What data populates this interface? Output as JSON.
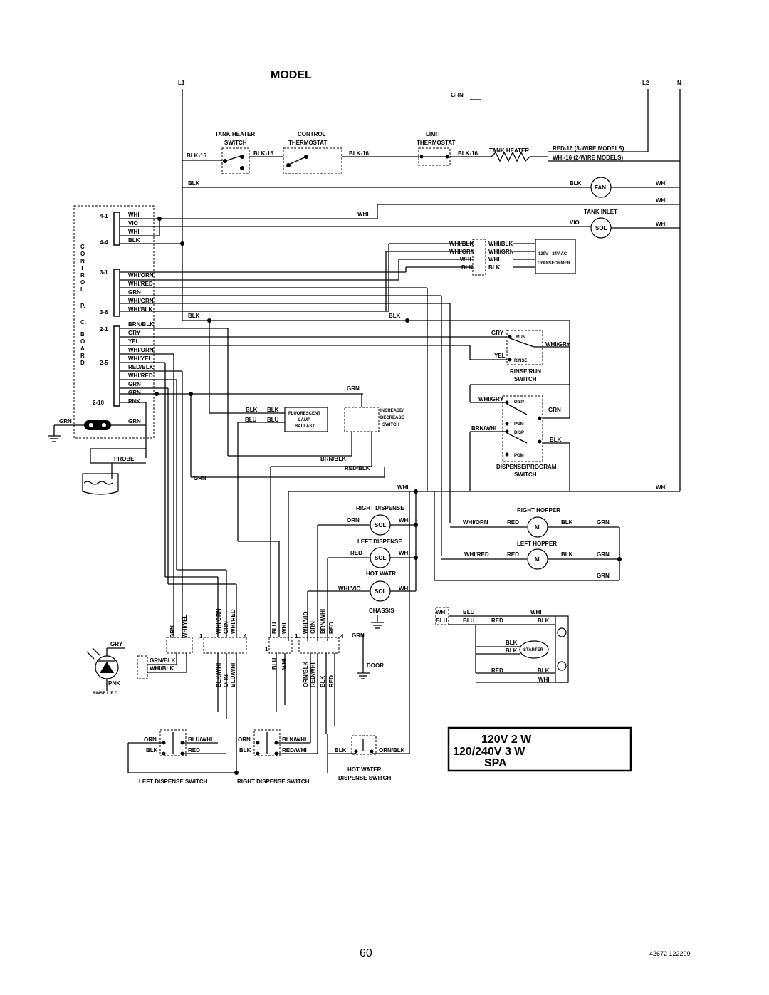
{
  "title_block": {
    "text": "MODEL",
    "line1": "120V 2 W",
    "line2": "120/240V 3 W",
    "line3": "SPA"
  },
  "page_number": "60",
  "doc_code": "42672 122209",
  "rails": {
    "l1": "L1",
    "l2": "L2",
    "n": "N",
    "grn": "GRN"
  },
  "top_row": {
    "tank_heater_switch": [
      "TANK HEATER",
      "SWITCH"
    ],
    "control_thermostat": [
      "CONTROL",
      "THERMOSTAT"
    ],
    "limit_thermostat": [
      "LIMIT",
      "THERMOSTAT"
    ],
    "tank_heater": "TANK HEATER",
    "blk16": "BLK-16",
    "red16": "RED-16 (3-WIRE MODELS)",
    "whi16": "WHI-16 (2-WIRE MODELS)"
  },
  "fan": {
    "label": "FAN",
    "blk": "BLK",
    "whi": "WHI"
  },
  "tank_inlet": {
    "label": "TANK INLET",
    "sol": "SOL",
    "vio": "VIO",
    "whi": "WHI"
  },
  "transformer": {
    "label1": "120V : 24V AC",
    "label2": "TRANSFORMER",
    "left": [
      "WHI/BLK",
      "WHI/GRN",
      "WHI",
      "BLK"
    ],
    "right": [
      "WHI/BLK",
      "WHI/GRN",
      "WHI",
      "BLK"
    ]
  },
  "board": {
    "vertical": [
      "C",
      "O",
      "N",
      "T",
      "R",
      "O",
      "L",
      "",
      "P.",
      "",
      "C.",
      "",
      "B",
      "O",
      "A",
      "R",
      "D"
    ],
    "pins": [
      "4-1",
      "4-4",
      "3-1",
      "3-6",
      "2-1",
      "2-5",
      "2-10"
    ],
    "j4": [
      "WHI",
      "VIO",
      "WHI",
      "BLK"
    ],
    "j3": [
      "WHI/ORN",
      "WHI/RED",
      "GRN",
      "WHI/GRN",
      "WHI/BLK"
    ],
    "j2": [
      "BRN/BLK",
      "GRY",
      "YEL",
      "WHI/ORN",
      "WHI/YEL",
      "RED/BLK",
      "WHI/RED",
      "GRN",
      "GRN",
      "PNK"
    ]
  },
  "ground": {
    "grn": "GRN",
    "grn2": "GRN"
  },
  "probe": "PROBE",
  "wires": {
    "blk": "BLK",
    "whi": "WHI",
    "grn": "GRN",
    "blu": "BLU",
    "brn_blk": "BRN/BLK",
    "red_blk": "RED/BLK"
  },
  "ballast": {
    "line1": "FLUORESCENT",
    "line2": "LAMP",
    "line3": "BALLAST"
  },
  "inc_dec": {
    "line1": "INCREASE/",
    "line2": "DECREASE",
    "line3": "SWITCH"
  },
  "rinse_run": {
    "gry": "GRY",
    "yel": "YEL",
    "run": "RUN",
    "rinse": "RINSE",
    "whi_gry": "WHI/GRY",
    "name1": "RINSE/RUN",
    "name2": "SWITCH"
  },
  "disp_pgm": {
    "whi_gry": "WHI/GRY",
    "brn_whi": "BRN/WHI",
    "grn": "GRN",
    "blk": "BLK",
    "c1": "DISP",
    "c2": "PGM",
    "c3": "DISP",
    "c4": "PGM",
    "name1": "DISPENSE/PROGRAM",
    "name2": "SWITCH"
  },
  "right_dispense": {
    "label": "RIGHT DISPENSE",
    "orn": "ORN",
    "whi": "WHI",
    "sol": "SOL"
  },
  "left_dispense": {
    "label": "LEFT DISPENSE",
    "red": "RED",
    "whi": "WHI",
    "sol": "SOL"
  },
  "hot_water": {
    "label": "HOT WATR",
    "whi_vio": "WHI/VIO",
    "whi": "WHI",
    "sol": "SOL"
  },
  "right_hopper": {
    "label": "RIGHT HOPPER",
    "whi_orn": "WHI/ORN",
    "red": "RED",
    "blk": "BLK",
    "grn": "GRN",
    "m": "M"
  },
  "left_hopper": {
    "label": "LEFT HOPPER",
    "whi_red": "WHI/RED",
    "red": "RED",
    "blk": "BLK",
    "grn": "GRN",
    "m": "M"
  },
  "chassis": "CHASSIS",
  "door": "DOOR",
  "grn_vertical": "GRN",
  "lamp": {
    "whi": "WHI",
    "blu": "BLU",
    "red": "RED",
    "blk": "BLK",
    "starter": "STARTER"
  },
  "rinse_led": {
    "gry": "GRY",
    "grn_blk": "GRN/BLK",
    "whi_blk": "WHI/BLK",
    "pnk": "PNK",
    "label": "RINSE L.E.D."
  },
  "connector_labels": {
    "c1_top": [
      "GRN",
      "WHI/YEL"
    ],
    "c2_top": [
      "WHI/ORN",
      "GRN",
      "WHI/RED"
    ],
    "c2_bot": [
      "BLK/WHI",
      "ORN",
      "BLU/WHI"
    ],
    "c3_top": [
      "BLU",
      "WHI"
    ],
    "c3_bot": [
      "BLU",
      "WHI"
    ],
    "c4_top": [
      "WHI/VIO",
      "ORN",
      "BRN/WHI",
      "RED"
    ],
    "c4_bot": [
      "ORN/BLK",
      "RED/WHI",
      "BLK",
      "RED"
    ],
    "pin1": "1",
    "pin4": "4"
  },
  "bottom_switches": {
    "left": {
      "orn": "ORN",
      "blk": "BLK",
      "blu_whi": "BLU/WHI",
      "red": "RED",
      "name": "LEFT DISPENSE SWITCH"
    },
    "right": {
      "orn": "ORN",
      "blk": "BLK",
      "blk_whi": "BLK/WHI",
      "red_whi": "RED/WHI",
      "name": "RIGHT DISPENSE SWITCH"
    },
    "hot": {
      "blk": "BLK",
      "orn_blk": "ORN/BLK",
      "name1": "HOT WATER",
      "name2": "DISPENSE SWITCH"
    }
  }
}
